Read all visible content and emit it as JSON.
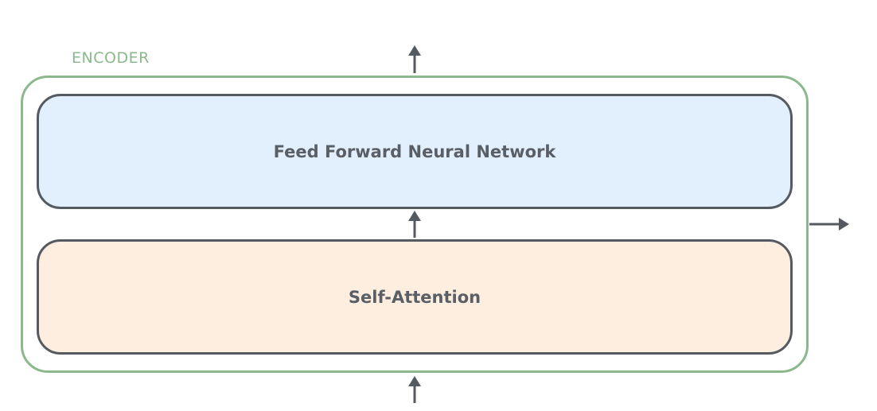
{
  "encoder": {
    "label": "ENCODER",
    "border_color": "#8bb98d"
  },
  "layers": {
    "ffn": {
      "label": "Feed Forward Neural Network",
      "fill_color": "#e2f0fe"
    },
    "self_attention": {
      "label": "Self-Attention",
      "fill_color": "#fdeee0"
    }
  },
  "colors": {
    "box_border": "#555a61",
    "text": "#5a5f66",
    "arrow": "#555a61"
  }
}
